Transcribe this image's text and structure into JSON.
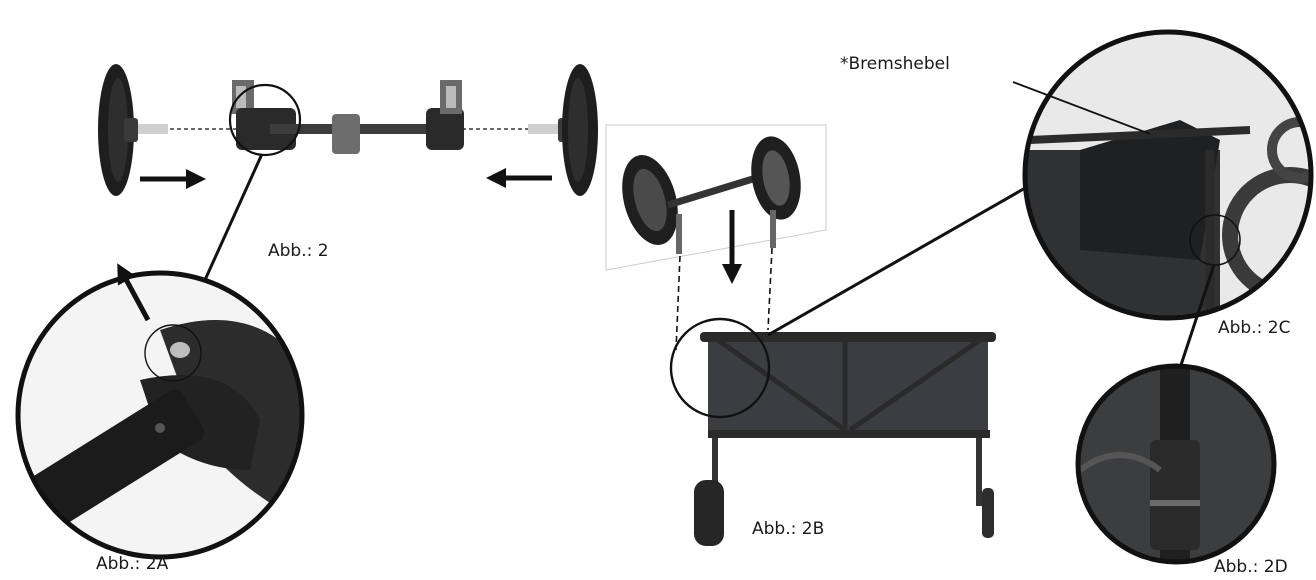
{
  "labels": {
    "fig2": "Abb.: 2",
    "fig2a": "Abb.: 2A",
    "fig2b": "Abb.: 2B",
    "fig2c": "Abb.: 2C",
    "fig2d": "Abb.: 2D",
    "brake_lever": "*Bremshebel"
  },
  "colors": {
    "ink": "#111111",
    "frame": "#2b2b2b",
    "fabric": "#3a3c3e",
    "tire": "#1e1e1e",
    "axle": "#555555",
    "background": "#ffffff"
  }
}
